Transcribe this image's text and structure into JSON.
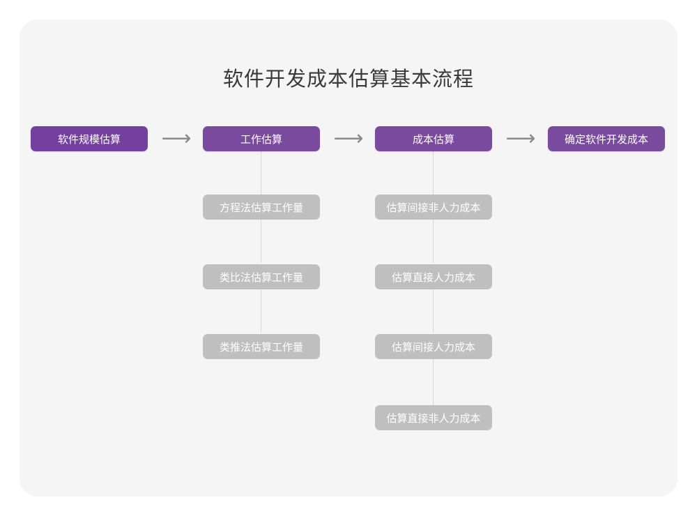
{
  "title": "软件开发成本估算基本流程",
  "colors": {
    "page_background": "#ffffff",
    "panel_background": "#f5f5f5",
    "stage_purple": "#73409f",
    "stage_purple_alt": "#7a4a9e",
    "sub_gray": "#bfbfbf",
    "connector_gray": "#d6d4d6",
    "arrow_gray": "#8a8a8a",
    "title_text": "#3a3a3a",
    "box_text": "#ffffff"
  },
  "arrows": {
    "glyph": "⟶",
    "name": "long-right-arrow",
    "count": 3
  },
  "chart_data": {
    "type": "flowchart",
    "title": "软件开发成本估算基本流程",
    "orientation": "left-to-right with vertical sub-steps",
    "stages": [
      {
        "id": "stage-1",
        "label": "软件规模估算",
        "order": 1,
        "substeps": []
      },
      {
        "id": "stage-2",
        "label": "工作估算",
        "order": 2,
        "substeps": [
          "方程法估算工作量",
          "类比法估算工作量",
          "类推法估算工作量"
        ]
      },
      {
        "id": "stage-3",
        "label": "成本估算",
        "order": 3,
        "substeps": [
          "估算间接非人力成本",
          "估算直接人力成本",
          "估算间接人力成本",
          "估算直接非人力成本"
        ]
      },
      {
        "id": "stage-4",
        "label": "确定软件开发成本",
        "order": 4,
        "substeps": []
      }
    ],
    "connectors": [
      {
        "from": "stage-1",
        "to": "stage-2",
        "style": "arrow"
      },
      {
        "from": "stage-2",
        "to": "stage-3",
        "style": "arrow"
      },
      {
        "from": "stage-3",
        "to": "stage-4",
        "style": "arrow"
      },
      {
        "from": "stage-2",
        "to": "方程法估算工作量",
        "style": "line"
      },
      {
        "from": "stage-2",
        "to": "类比法估算工作量",
        "style": "line"
      },
      {
        "from": "stage-2",
        "to": "类推法估算工作量",
        "style": "line"
      },
      {
        "from": "stage-3",
        "to": "估算间接非人力成本",
        "style": "line"
      },
      {
        "from": "stage-3",
        "to": "估算直接人力成本",
        "style": "line"
      },
      {
        "from": "stage-3",
        "to": "估算间接人力成本",
        "style": "line"
      },
      {
        "from": "stage-3",
        "to": "估算直接非人力成本",
        "style": "line"
      }
    ]
  }
}
